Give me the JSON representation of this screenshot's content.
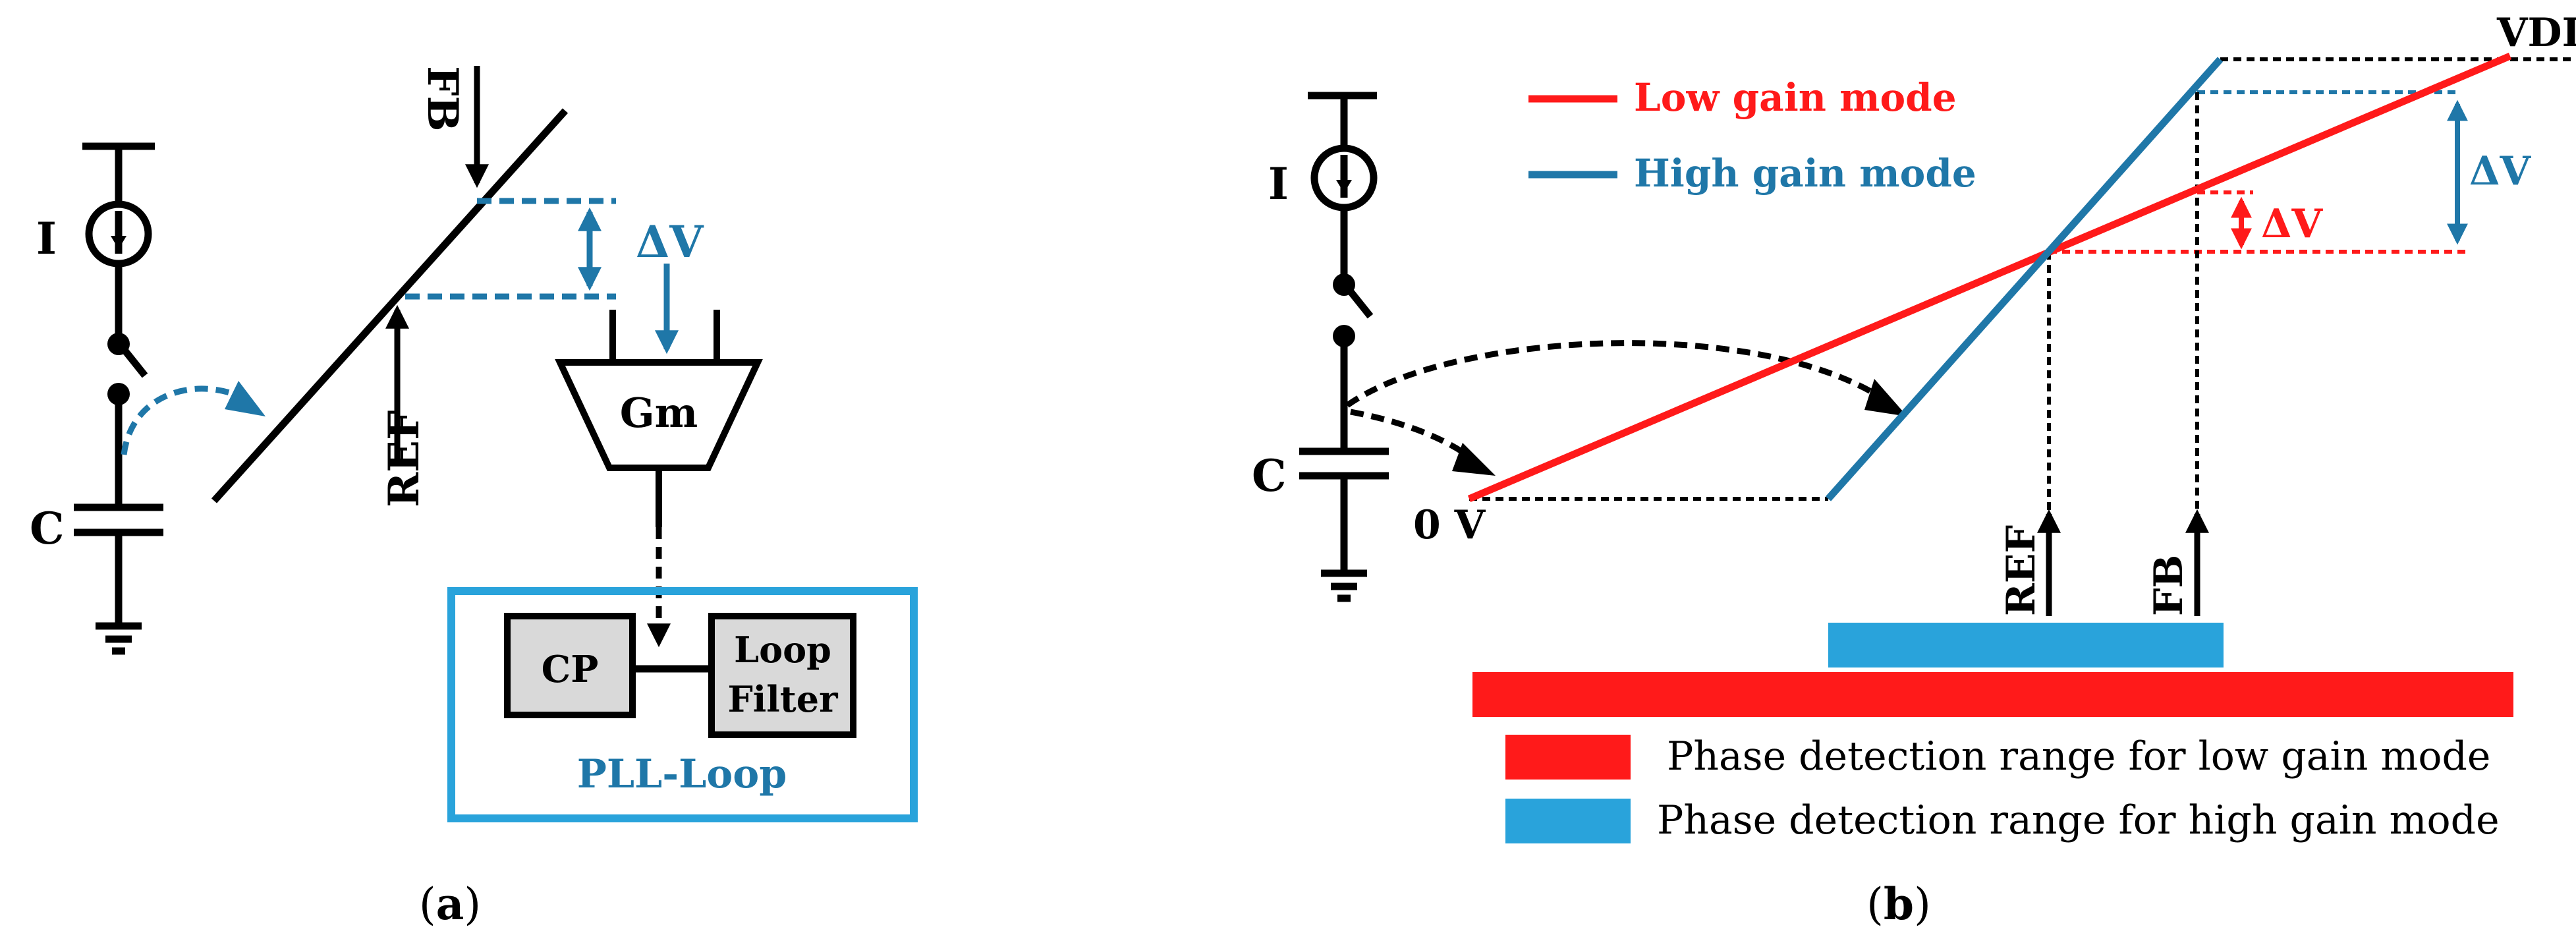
{
  "colors": {
    "black": "#000000",
    "red": "#ff1a1a",
    "teal": "#1f77a8",
    "lightblue": "#29a3db",
    "grey": "#d9d9d9"
  },
  "panel_a": {
    "label_I": "I",
    "label_C": "C",
    "label_FB": "FB",
    "label_REF": "REF",
    "label_dV": "ΔV",
    "label_Gm": "Gm",
    "label_CP": "CP",
    "label_loop1": "Loop",
    "label_loop2": "Filter",
    "label_pll": "PLL-Loop",
    "caption_open": "(",
    "caption_letter": "a",
    "caption_close": ")"
  },
  "panel_b": {
    "label_I": "I",
    "label_C": "C",
    "label_0V": "0 V",
    "label_VDD": "VDD",
    "label_dV_blue": "ΔV",
    "label_dV_red": "ΔV",
    "label_REF": "REF",
    "label_FB": "FB",
    "legend_low": "Low gain mode",
    "legend_high": "High gain mode",
    "range_low": "Phase detection range for low gain mode",
    "range_high": "Phase detection range for high gain mode",
    "caption_open": "(",
    "caption_letter": "b",
    "caption_close": ")"
  }
}
